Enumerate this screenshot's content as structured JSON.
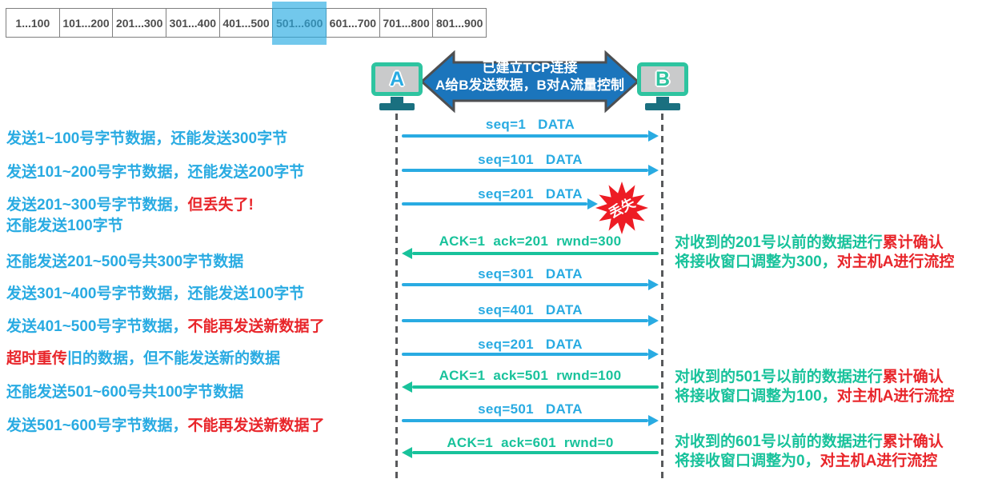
{
  "colors": {
    "arrow_blue": "#29ABE2",
    "ack_green": "#18C29B",
    "alert_red": "#E8252A",
    "banner_blue": "#1B75BC",
    "lifeline_gray": "#58595B",
    "monitor_green": "#2EC4A0",
    "highlight_blue": "#29ABE2"
  },
  "byte_table": {
    "cells": [
      "1...100",
      "101...200",
      "201...300",
      "301...400",
      "401...500",
      "501...600",
      "601...700",
      "701...800",
      "801...900"
    ],
    "highlighted_cell": "501...600"
  },
  "banner": {
    "line1": "已建立TCP连接",
    "line2": "A给B发送数据，B对A流量控制"
  },
  "hosts": {
    "a_label": "A",
    "b_label": "B"
  },
  "loss_burst": {
    "label": "丢失"
  },
  "messages": [
    {
      "label": "seq=1   DATA",
      "direction": "right",
      "kind": "data"
    },
    {
      "label": "seq=101   DATA",
      "direction": "right",
      "kind": "data"
    },
    {
      "label": "seq=201   DATA",
      "direction": "right",
      "kind": "data",
      "lost": true
    },
    {
      "label": "ACK=1  ack=201  rwnd=300",
      "direction": "left",
      "kind": "ack"
    },
    {
      "label": "seq=301   DATA",
      "direction": "right",
      "kind": "data"
    },
    {
      "label": "seq=401   DATA",
      "direction": "right",
      "kind": "data"
    },
    {
      "label": "seq=201   DATA",
      "direction": "right",
      "kind": "data",
      "retransmission": true
    },
    {
      "label": "ACK=1  ack=501  rwnd=100",
      "direction": "left",
      "kind": "ack"
    },
    {
      "label": "seq=501   DATA",
      "direction": "right",
      "kind": "data"
    },
    {
      "label": "ACK=1  ack=601  rwnd=0",
      "direction": "left",
      "kind": "ack"
    }
  ],
  "left_notes": [
    {
      "parts": [
        {
          "text": "发送1~100号字节数据，还能发送300字节",
          "color": "blue"
        }
      ]
    },
    {
      "parts": [
        {
          "text": "发送101~200号字节数据，还能发送200字节",
          "color": "blue"
        }
      ]
    },
    {
      "parts": [
        {
          "text": "发送201~300号字节数据，",
          "color": "blue"
        },
        {
          "text": "但丢失了!",
          "color": "red"
        }
      ]
    },
    {
      "parts": [
        {
          "text": "还能发送100字节",
          "color": "blue"
        }
      ]
    },
    {
      "parts": [
        {
          "text": "还能发送201~500号共300字节数据",
          "color": "blue"
        }
      ]
    },
    {
      "parts": [
        {
          "text": "发送301~400号字节数据，还能发送100字节",
          "color": "blue"
        }
      ]
    },
    {
      "parts": [
        {
          "text": "发送401~500号字节数据，",
          "color": "blue"
        },
        {
          "text": "不能再发送新数据了",
          "color": "red"
        }
      ]
    },
    {
      "parts": [
        {
          "text": "超时重传",
          "color": "red"
        },
        {
          "text": "旧的数据，但不能发送新的数据",
          "color": "blue"
        }
      ]
    },
    {
      "parts": [
        {
          "text": "还能发送501~600号共100字节数据",
          "color": "blue"
        }
      ]
    },
    {
      "parts": [
        {
          "text": "发送501~600号字节数据，",
          "color": "blue"
        },
        {
          "text": "不能再发送新数据了",
          "color": "red"
        }
      ]
    }
  ],
  "right_notes": [
    {
      "line1": [
        {
          "text": "对收到的201号以前的数据进行",
          "color": "green"
        },
        {
          "text": "累计确认",
          "color": "red"
        }
      ],
      "line2": [
        {
          "text": "将接收窗口调整为300，",
          "color": "green"
        },
        {
          "text": "对主机A进行流控",
          "color": "red"
        }
      ]
    },
    {
      "line1": [
        {
          "text": "对收到的501号以前的数据进行",
          "color": "green"
        },
        {
          "text": "累计确认",
          "color": "red"
        }
      ],
      "line2": [
        {
          "text": "将接收窗口调整为100，",
          "color": "green"
        },
        {
          "text": "对主机A进行流控",
          "color": "red"
        }
      ]
    },
    {
      "line1": [
        {
          "text": "对收到的601号以前的数据进行",
          "color": "green"
        },
        {
          "text": "累计确认",
          "color": "red"
        }
      ],
      "line2": [
        {
          "text": "将接收窗口调整为0，",
          "color": "green"
        },
        {
          "text": "对主机A进行流控",
          "color": "red"
        }
      ]
    }
  ]
}
